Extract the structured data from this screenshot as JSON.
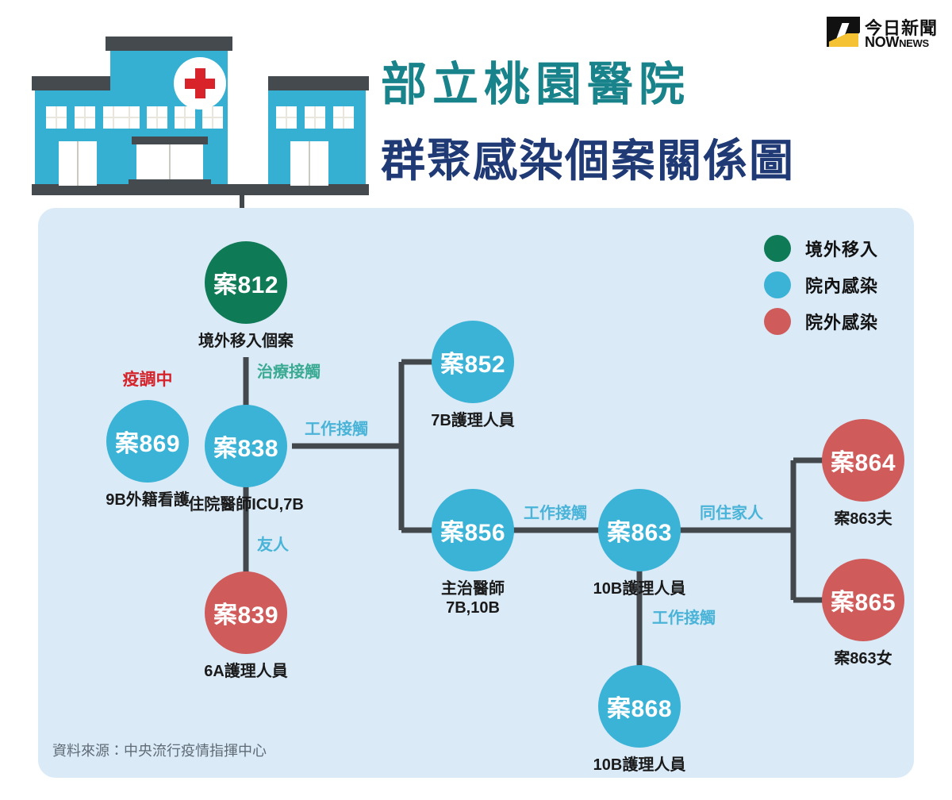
{
  "header": {
    "title_line1": "部立桃園醫院",
    "title_line2": "群聚感染個案關係圖",
    "logo_cn": "今日新聞",
    "logo_en_now": "NOW",
    "logo_en_news": "NEWS"
  },
  "legend": {
    "items": [
      {
        "label": "境外移入",
        "color": "#0e7a56",
        "key": "imported"
      },
      {
        "label": "院內感染",
        "color": "#3bb3d6",
        "key": "in-hospital"
      },
      {
        "label": "院外感染",
        "color": "#d05b5b",
        "key": "out-of-hospital"
      }
    ]
  },
  "nodes": [
    {
      "id": "812",
      "label": "案812",
      "caption": "境外移入個案",
      "category": "境外移入",
      "color": "#0e7a56"
    },
    {
      "id": "869",
      "label": "案869",
      "caption": "9B外籍看護",
      "category": "院內感染",
      "color": "#3bb3d6",
      "status": "疫調中"
    },
    {
      "id": "838",
      "label": "案838",
      "caption": "住院醫師ICU,7B",
      "category": "院內感染",
      "color": "#3bb3d6"
    },
    {
      "id": "852",
      "label": "案852",
      "caption": "7B護理人員",
      "category": "院內感染",
      "color": "#3bb3d6"
    },
    {
      "id": "839",
      "label": "案839",
      "caption": "6A護理人員",
      "category": "院外感染",
      "color": "#d05b5b"
    },
    {
      "id": "856",
      "label": "案856",
      "caption_line1": "主治醫師",
      "caption_line2": "7B,10B",
      "category": "院內感染",
      "color": "#3bb3d6"
    },
    {
      "id": "863",
      "label": "案863",
      "caption": "10B護理人員",
      "category": "院內感染",
      "color": "#3bb3d6"
    },
    {
      "id": "868",
      "label": "案868",
      "caption": "10B護理人員",
      "category": "院內感染",
      "color": "#3bb3d6"
    },
    {
      "id": "864",
      "label": "案864",
      "caption": "案863夫",
      "category": "院外感染",
      "color": "#d05b5b"
    },
    {
      "id": "865",
      "label": "案865",
      "caption": "案863女",
      "category": "院外感染",
      "color": "#d05b5b"
    }
  ],
  "edges": [
    {
      "from": "812",
      "to": "838",
      "label": "治療接觸"
    },
    {
      "from": "838",
      "to": "852",
      "label": "工作接觸"
    },
    {
      "from": "838",
      "to": "856",
      "label": "工作接觸"
    },
    {
      "from": "838",
      "to": "839",
      "label": "友人"
    },
    {
      "from": "856",
      "to": "863",
      "label": "工作接觸"
    },
    {
      "from": "863",
      "to": "864",
      "label": "同住家人"
    },
    {
      "from": "863",
      "to": "865",
      "label": "同住家人"
    },
    {
      "from": "863",
      "to": "868",
      "label": "工作接觸"
    }
  ],
  "source_note": "資料來源：中央流行疫情指揮中心"
}
